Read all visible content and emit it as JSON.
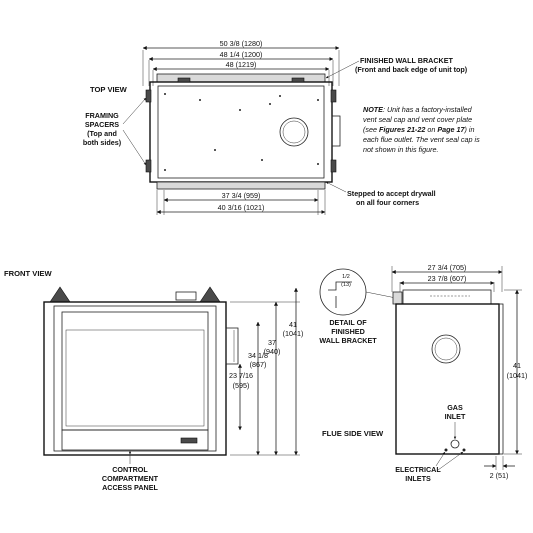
{
  "top_view": {
    "title": "TOP VIEW",
    "dim_overall": "50 3/8 (1280)",
    "dim_mid": "48 1/4 (1200)",
    "dim_inner": "48 (1219)",
    "dim_bottom_inner": "37 3/4 (959)",
    "dim_bottom_outer": "40 3/16 (1021)",
    "bracket_label": "FINISHED WALL BRACKET",
    "bracket_sub": "(Front and back edge of unit top)",
    "spacers_line1": "FRAMING",
    "spacers_line2": "SPACERS",
    "spacers_line3": "(Top and",
    "spacers_line4": "both sides)",
    "stepped_line1": "Stepped to accept drywall",
    "stepped_line2": "on all four corners"
  },
  "note": {
    "lead": "NOTE",
    "line1": ": Unit has a factory-installed",
    "line2": "vent seal cap and vent cover plate",
    "line3a": "(see ",
    "line3b": "Figures 21-22",
    "line3c": " on ",
    "line3d": "Page 17",
    "line3e": ") in",
    "line4": "each flue outlet. The vent seal cap is",
    "line5": "not shown in this figure."
  },
  "front_view": {
    "title": "FRONT VIEW",
    "dim_height_outer_a": "41",
    "dim_height_outer_b": "(1041)",
    "dim_height_mid_a": "37",
    "dim_height_mid_b": "(940)",
    "dim_height_inner_a": "34 1/8",
    "dim_height_inner_b": "(867)",
    "dim_height_glass_a": "23 7/16",
    "dim_height_glass_b": "(595)",
    "control_line1": "CONTROL",
    "control_line2": "COMPARTMENT",
    "control_line3": "ACCESS PANEL"
  },
  "detail": {
    "dim_a": "1/2",
    "dim_b": "(13)",
    "line1": "DETAIL OF",
    "line2": "FINISHED",
    "line3": "WALL BRACKET"
  },
  "flue_view": {
    "title": "FLUE SIDE VIEW",
    "dim_overall": "27 3/4 (705)",
    "dim_inner": "23 7/8 (607)",
    "dim_height_a": "41",
    "dim_height_b": "(1041)",
    "dim_bottom": "2 (51)",
    "gas_line1": "GAS",
    "gas_line2": "INLET",
    "elec_line1": "ELECTRICAL",
    "elec_line2": "INLETS"
  }
}
